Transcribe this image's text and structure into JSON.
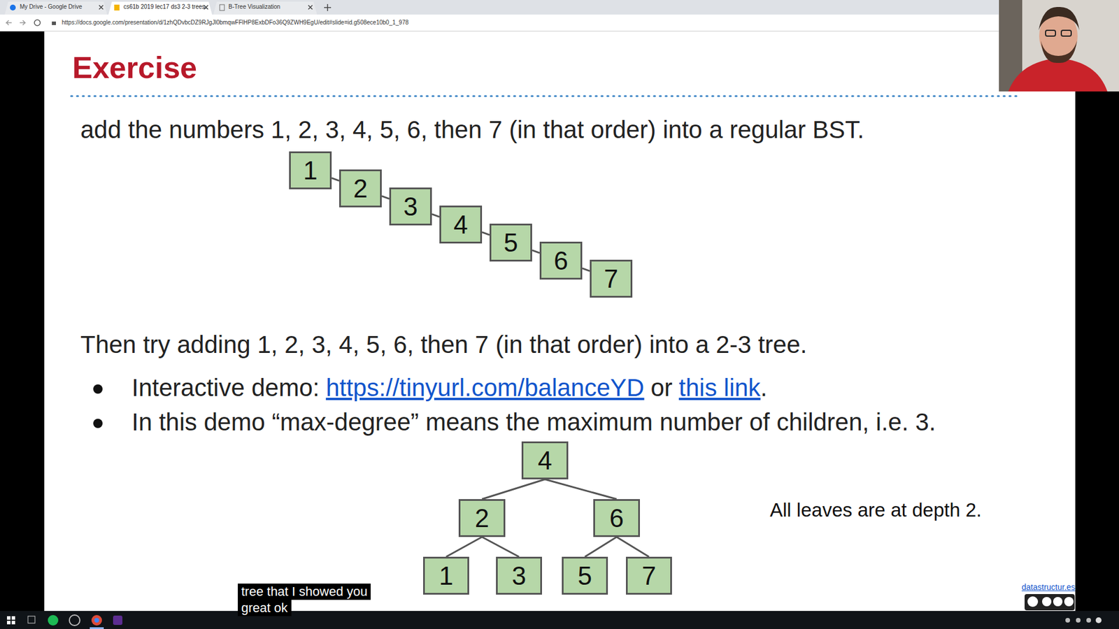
{
  "diagram": {
    "title": "Exercise",
    "nodes": [
      {
        "text": [
          "1"
        ]
      },
      {
        "text": [
          "2"
        ]
      },
      {
        "text": [
          "3"
        ]
      },
      {
        "text": [
          "4"
        ]
      },
      {
        "text": [
          "5"
        ]
      },
      {
        "text": [
          "6"
        ]
      },
      {
        "text": [
          "7"
        ]
      },
      {
        "text": [
          "4"
        ]
      },
      {
        "text": [
          "2"
        ]
      },
      {
        "text": [
          "6"
        ]
      },
      {
        "text": [
          "1"
        ]
      },
      {
        "text": [
          "3"
        ]
      },
      {
        "text": [
          "5"
        ]
      },
      {
        "text": [
          "7"
        ]
      }
    ],
    "edges": [
      {
        "from": 0,
        "to": 1,
        "arrow": "none"
      },
      {
        "from": 1,
        "to": 2,
        "arrow": "none"
      },
      {
        "from": 2,
        "to": 3,
        "arrow": "none"
      },
      {
        "from": 3,
        "to": 4,
        "arrow": "none"
      },
      {
        "from": 4,
        "to": 5,
        "arrow": "none"
      },
      {
        "from": 5,
        "to": 6,
        "arrow": "none"
      },
      {
        "from": 7,
        "to": 8,
        "arrow": "none"
      },
      {
        "from": 7,
        "to": 9,
        "arrow": "none"
      },
      {
        "from": 8,
        "to": 10,
        "arrow": "none"
      },
      {
        "from": 8,
        "to": 11,
        "arrow": "none"
      },
      {
        "from": 9,
        "to": 12,
        "arrow": "none"
      },
      {
        "from": 9,
        "to": 13,
        "arrow": "none"
      }
    ],
    "labels": [
      "My Drive - Google Drive",
      "cs61b 2019 lec17 ds3 2-3 trees.",
      "B-Tree Visualization",
      "https://docs.google.com/presentation/d/1zhQDvbcDZ9RJgJl0bmqwFFlHP8ExbDFo36Q9ZWH9EgU/edit#slide=id.g508ece10b0_1_978",
      "add the numbers 1, 2, 3, 4, 5, 6, then 7 (in that order) into a regular BST.",
      "Then try adding 1, 2, 3, 4, 5, 6, then 7 (in that order) into a 2-3 tree.",
      "Interactive demo:",
      "https://tinyurl.com/balanceYD",
      "or",
      "this link",
      ".",
      "In this demo “max-degree” means the maximum number of children, i.e. 3.",
      "All leaves are at depth 2.",
      "tree that I showed you",
      "great ok",
      "datastructur.es"
    ]
  }
}
